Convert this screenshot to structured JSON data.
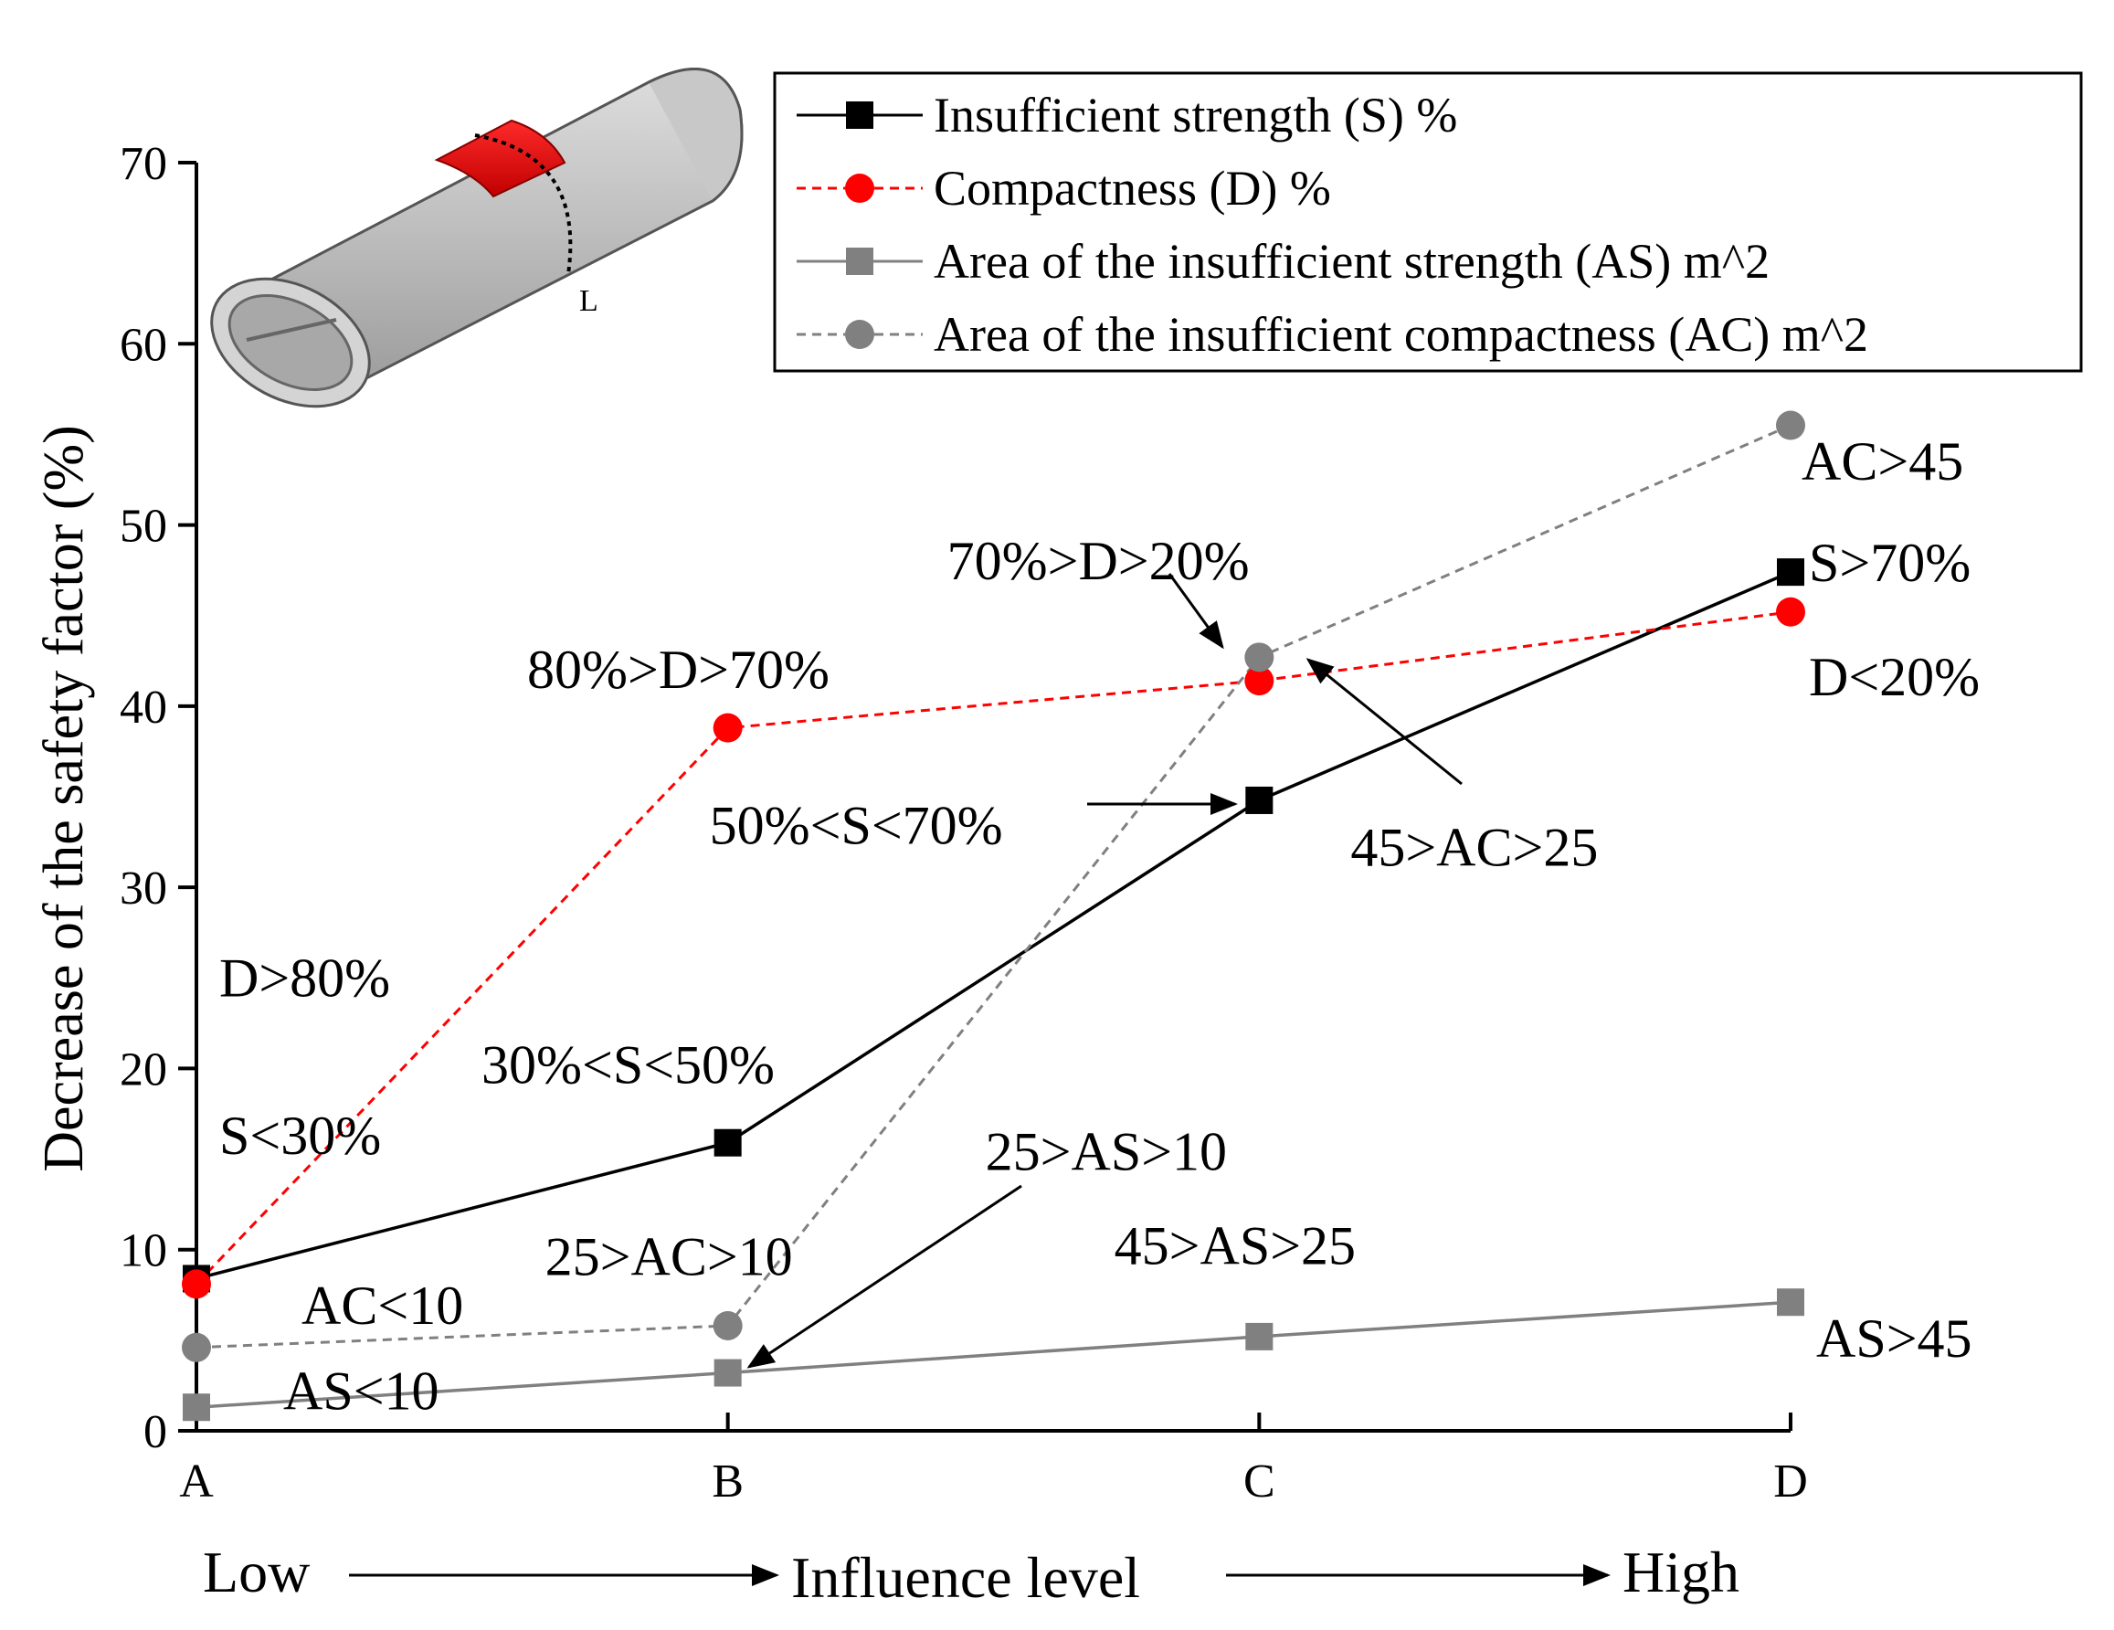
{
  "chart_data": {
    "type": "line",
    "x": [
      "A",
      "B",
      "C",
      "D"
    ],
    "ylabel": "Decrease of the safety factor (%)",
    "ylim": [
      0,
      70
    ],
    "yticks": [
      0,
      10,
      20,
      30,
      40,
      50,
      60,
      70
    ],
    "grid": false,
    "legend_position": "top-right",
    "x_caption": {
      "low": "Low",
      "middle": "Influence level",
      "high": "High"
    },
    "series": [
      {
        "name": "Insufficient strength (S) %",
        "values": [
          8.4,
          15.9,
          34.8,
          47.4
        ],
        "color": "#000000",
        "line_style": "solid",
        "marker": "square"
      },
      {
        "name": "Compactness (D) %",
        "values": [
          8.1,
          38.8,
          41.4,
          45.2
        ],
        "color": "#ff0000",
        "line_style": "dashed",
        "marker": "circle"
      },
      {
        "name": "Area of the insufficient strength (AS)  m^2",
        "values": [
          1.3,
          3.2,
          5.2,
          7.1
        ],
        "color": "#808080",
        "line_style": "solid",
        "marker": "square"
      },
      {
        "name": "Area of the insufficient compactness (AC) m^2",
        "values": [
          4.6,
          5.8,
          42.7,
          55.5
        ],
        "color": "#808080",
        "line_style": "dashed",
        "marker": "circle"
      }
    ],
    "annotations": [
      {
        "text": "D>80%",
        "x": "A",
        "y": 25
      },
      {
        "text": "S<30%",
        "x": "A",
        "y": 16.3
      },
      {
        "text": "AC<10",
        "x": "A",
        "y": 6.9
      },
      {
        "text": "AS<10",
        "x": "A",
        "y": 2.2
      },
      {
        "text": "80%>D>70%",
        "x": "A",
        "y": 42
      },
      {
        "text": "30%<S<50%",
        "x": "A",
        "y": 20.2
      },
      {
        "text": "25>AC>10",
        "x": "B",
        "y": 9.6
      },
      {
        "text": "50%<S<70%",
        "x": "B",
        "y": 33.4
      },
      {
        "text": "70%>D>20%",
        "x": "B",
        "y": 48
      },
      {
        "text": "25>AS>10",
        "x": "B",
        "y": 15.4
      },
      {
        "text": "45>AS>25",
        "x": "B",
        "y": 10.2
      },
      {
        "text": "45>AC>25",
        "x": "C",
        "y": 32.2
      },
      {
        "text": "AC>45",
        "x": "D",
        "y": 53.5
      },
      {
        "text": "S>70%",
        "x": "D",
        "y": 47.9
      },
      {
        "text": "D<20%",
        "x": "D",
        "y": 41.6
      },
      {
        "text": "AS>45",
        "x": "D",
        "y": 5.1
      }
    ],
    "inset": {
      "label": "L"
    }
  }
}
